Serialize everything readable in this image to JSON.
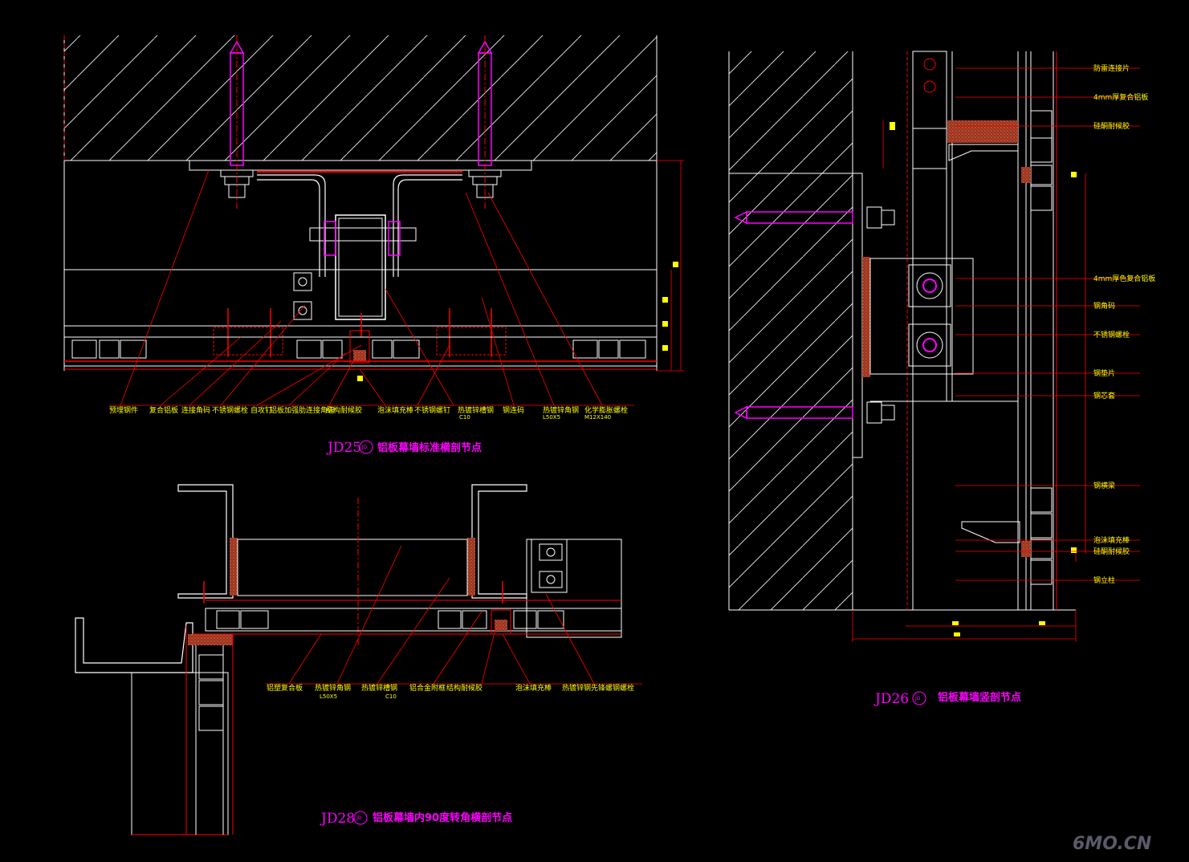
{
  "jd25": {
    "code": "JD25",
    "circle": "JD",
    "title": "铝板幕墙标准横剖节点",
    "labels": [
      "预埋钢件",
      "复合铝板",
      "连接角码",
      "不锈钢螺栓",
      "自攻钉",
      "铝板加强肋连接角码",
      "结构耐候胶",
      "泡沫填充棒",
      "不锈钢螺钉",
      "热镀锌槽钢",
      "钢连码",
      "热镀锌角钢",
      "化学膨胀螺栓"
    ],
    "sublabels": {
      "c10": "C10",
      "l": "L50X5",
      "m": "M12X140"
    }
  },
  "jd26": {
    "code": "JD26",
    "circle": "JD",
    "title": "铝板幕墙竖剖节点",
    "labels": [
      "防雷连接片",
      "4mm厚复合铝板",
      "硅酮耐候胶",
      "4mm厚色复合铝板",
      "钢角码",
      "不锈钢螺栓",
      "钢垫片",
      "钢芯套",
      "钢横梁",
      "泡沫填充棒",
      "硅酮耐候胶",
      "钢立柱"
    ]
  },
  "jd28": {
    "code": "JD28",
    "circle": "JD",
    "title": "铝板幕墙内90度转角横剖节点",
    "labels": [
      "铝塑复合板",
      "热镀锌角钢",
      "热镀锌槽钢",
      "铝合金附框",
      "结构耐候胶",
      "泡沫填充棒",
      "热镀锌钢先锋螺钢螺栓"
    ],
    "sublabels": {
      "l": "L50X5",
      "c": "C10"
    }
  },
  "watermark": "6MO.CN",
  "colors": {
    "red": "#ff0000",
    "white": "#ffffff",
    "magenta": "#ff00ff",
    "yellow": "#ffff00",
    "cyan": "#00ffff",
    "brown": "#c86432"
  }
}
